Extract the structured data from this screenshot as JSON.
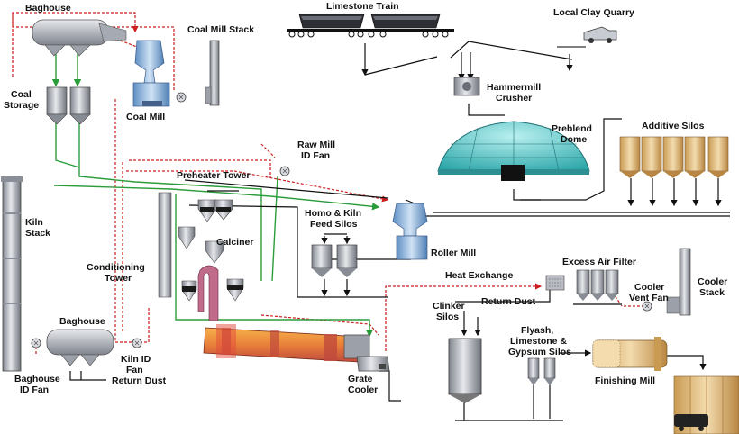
{
  "labels": {
    "baghouse_top": "Baghouse",
    "coal_mill_stack": "Coal Mill Stack",
    "limestone_train": "Limestone Train",
    "local_clay_quarry": "Local Clay Quarry",
    "coal_storage": [
      "Coal",
      "Storage"
    ],
    "coal_mill": "Coal Mill",
    "hammermill_crusher": [
      "Hammermill",
      "Crusher"
    ],
    "preblend_dome": [
      "Preblend",
      "Dome"
    ],
    "additive_silos": "Additive Silos",
    "raw_mill_id_fan": [
      "Raw Mill",
      "ID Fan"
    ],
    "preheater_tower": "Preheater Tower",
    "kiln_stack": [
      "Kiln",
      "Stack"
    ],
    "homo_kiln_feed_silos": [
      "Homo & Kiln",
      "Feed Silos"
    ],
    "roller_mill": "Roller Mill",
    "calciner": "Calciner",
    "conditioning_tower": [
      "Conditioning",
      "Tower"
    ],
    "heat_exchange": "Heat Exchange",
    "excess_air_filter": "Excess Air Filter",
    "cooler_vent_fan": [
      "Cooler",
      "Vent Fan"
    ],
    "cooler_stack": [
      "Cooler",
      "Stack"
    ],
    "clinker_silos": [
      "Clinker",
      "Silos"
    ],
    "return_dust_mid": "Return Dust",
    "baghouse_bottom": "Baghouse",
    "flyash_silos": [
      "Flyash,",
      "Limestone &",
      "Gypsum Silos"
    ],
    "kiln_id_fan": [
      "Kiln ID",
      "Fan"
    ],
    "grate_cooler": [
      "Grate",
      "Cooler"
    ],
    "finishing_mill": "Finishing Mill",
    "baghouse_id_fan": [
      "Baghouse",
      "ID Fan"
    ],
    "return_dust_bottom": "Return Dust"
  },
  "colors": {
    "gas_flow": "#cc1f1f",
    "coal_flow": "#2a9d3a",
    "material_flow": "#111111",
    "equipment": "#b9bcc4",
    "cyclone": "#c8cbd2",
    "dome": "#4fc7c7",
    "silo": "#e8c98a",
    "kiln": "#e8803a",
    "mill_blue": "#8ab0d8"
  }
}
